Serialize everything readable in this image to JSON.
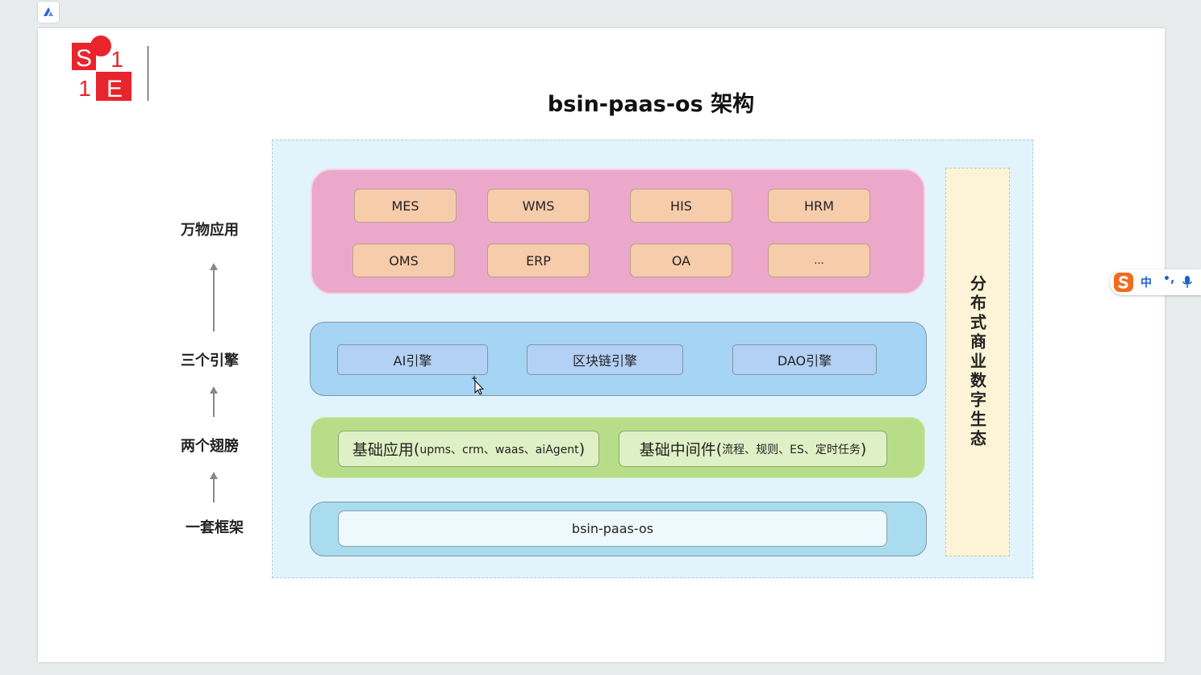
{
  "logo": {
    "letters": [
      "S",
      "1",
      "1",
      "E"
    ],
    "color": "#e8242c",
    "icon": "s11e-logo"
  },
  "title": "bsin-paas-os 架构",
  "left_labels": [
    "万物应用",
    "三个引擎",
    "两个翅膀",
    "一套框架"
  ],
  "apps": {
    "row1": [
      "MES",
      "WMS",
      "HIS",
      "HRM"
    ],
    "row2": [
      "OMS",
      "ERP",
      "OA",
      "..."
    ]
  },
  "engines": [
    "AI引擎",
    "区块链引擎",
    "DAO引擎"
  ],
  "wings": [
    {
      "main": "基础应用",
      "open": "(",
      "detail": "upms、crm、waas、aiAgent",
      "close": ")"
    },
    {
      "main": "基础中间件",
      "open": "(",
      "detail": "流程、规则、ES、定时任务",
      "close": ")"
    }
  ],
  "framework": "bsin-paas-os",
  "side_panel": "分布式商业数字生态",
  "ime": {
    "mode": "中",
    "punct": "•,",
    "icons": [
      "sogou-logo-icon",
      "mic-icon"
    ]
  },
  "colors": {
    "apps_layer": "#eca8cb",
    "app_box": "#f7ccab",
    "engines_layer": "#a6d4f4",
    "engine_box": "#b3d1f5",
    "wings_layer": "#b7dd88",
    "wing_box": "#def1c6",
    "framework_layer": "#a9dcee",
    "side_panel": "#fdf3d6"
  }
}
